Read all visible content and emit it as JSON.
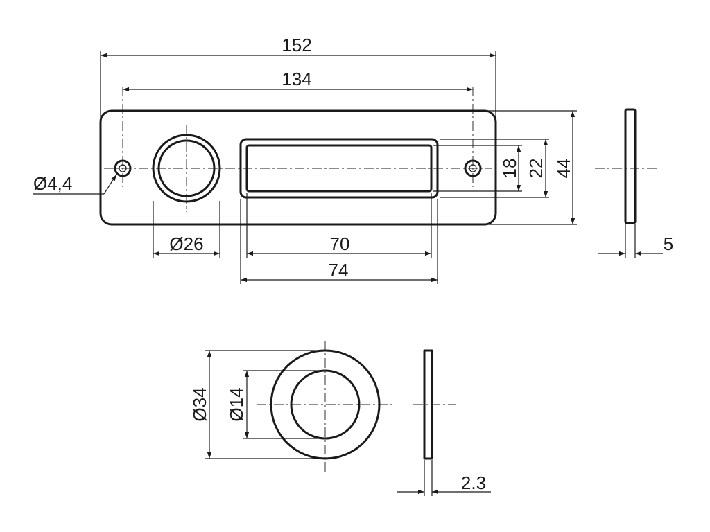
{
  "plate": {
    "dim_total_length": "152",
    "dim_hole_spacing": "134",
    "dim_screw_hole": "Ø4,4",
    "dim_button_hole": "Ø26",
    "dim_window_inner_length": "70",
    "dim_window_outer_length": "74",
    "dim_window_inner_height": "18",
    "dim_window_outer_height": "22",
    "dim_total_height": "44",
    "dim_thickness": "5"
  },
  "washer": {
    "dim_outer_diameter": "Ø34",
    "dim_inner_diameter": "Ø14",
    "dim_thickness": "2.3"
  }
}
